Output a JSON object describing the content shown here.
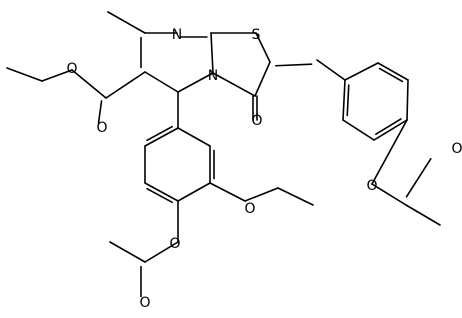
{
  "atoms": {
    "n_top": "N",
    "s_thiazole": "S",
    "n_ring": "N",
    "o_ketone": "O",
    "o_ester_carbonyl": "O",
    "o_ester_ether": "O",
    "o_ethoxy": "O",
    "o_acetoxy_lower": "O",
    "o_acetyl_lower": "O",
    "o_acetoxy_right": "O",
    "o_acetyl_right": "O"
  }
}
